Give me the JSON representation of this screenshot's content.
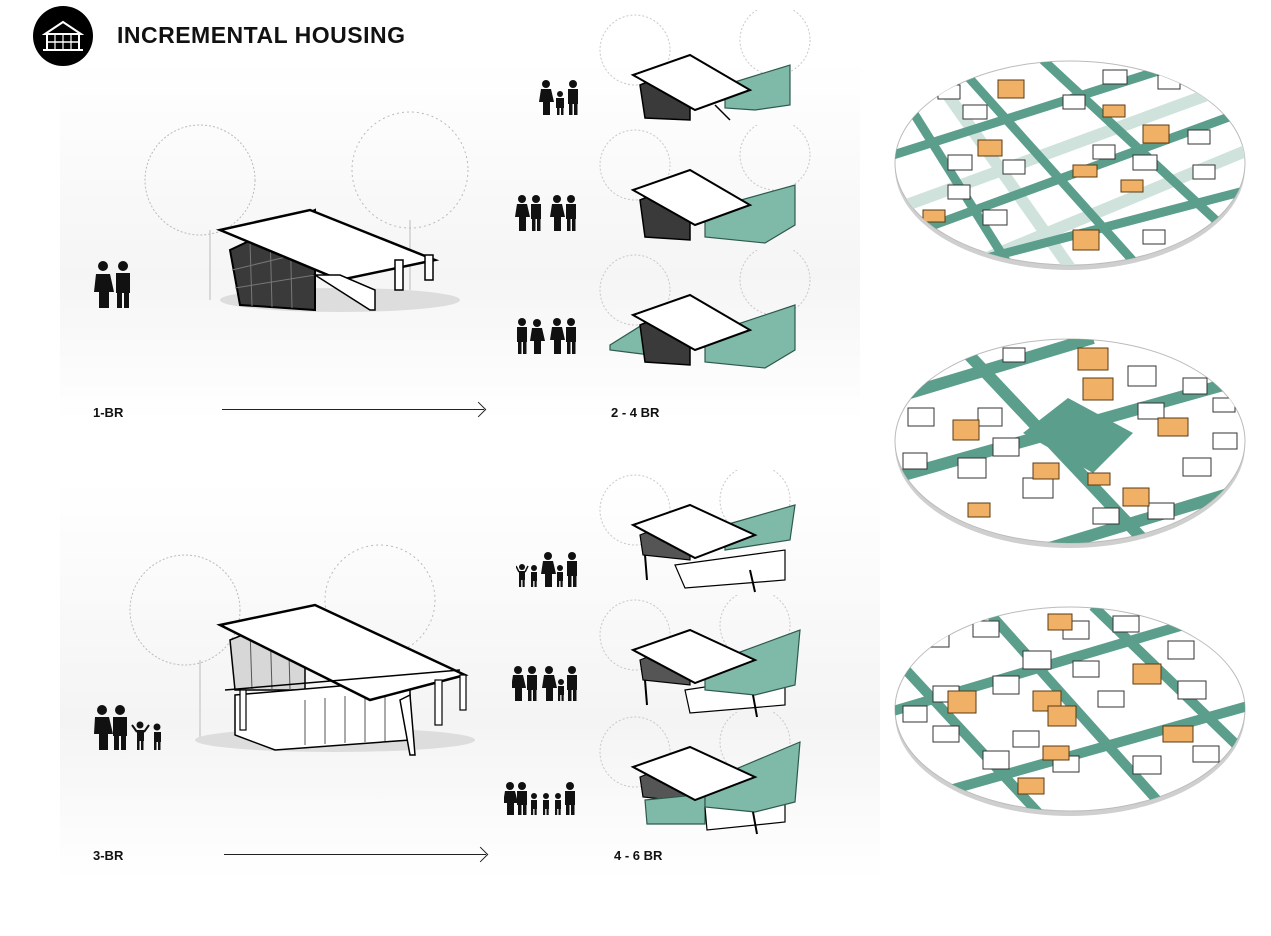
{
  "header": {
    "title": "INCREMENTAL HOUSING",
    "logo_icon": "house-logo-icon"
  },
  "rows": [
    {
      "start_label": "1-BR",
      "end_label": "2 - 4 BR"
    },
    {
      "start_label": "3-BR",
      "end_label": "4 - 6 BR"
    }
  ],
  "colors": {
    "accent_green": "#5a9e8b",
    "light_green": "#cfe3dc",
    "highlight_orange": "#f0b066",
    "text": "#111111"
  }
}
